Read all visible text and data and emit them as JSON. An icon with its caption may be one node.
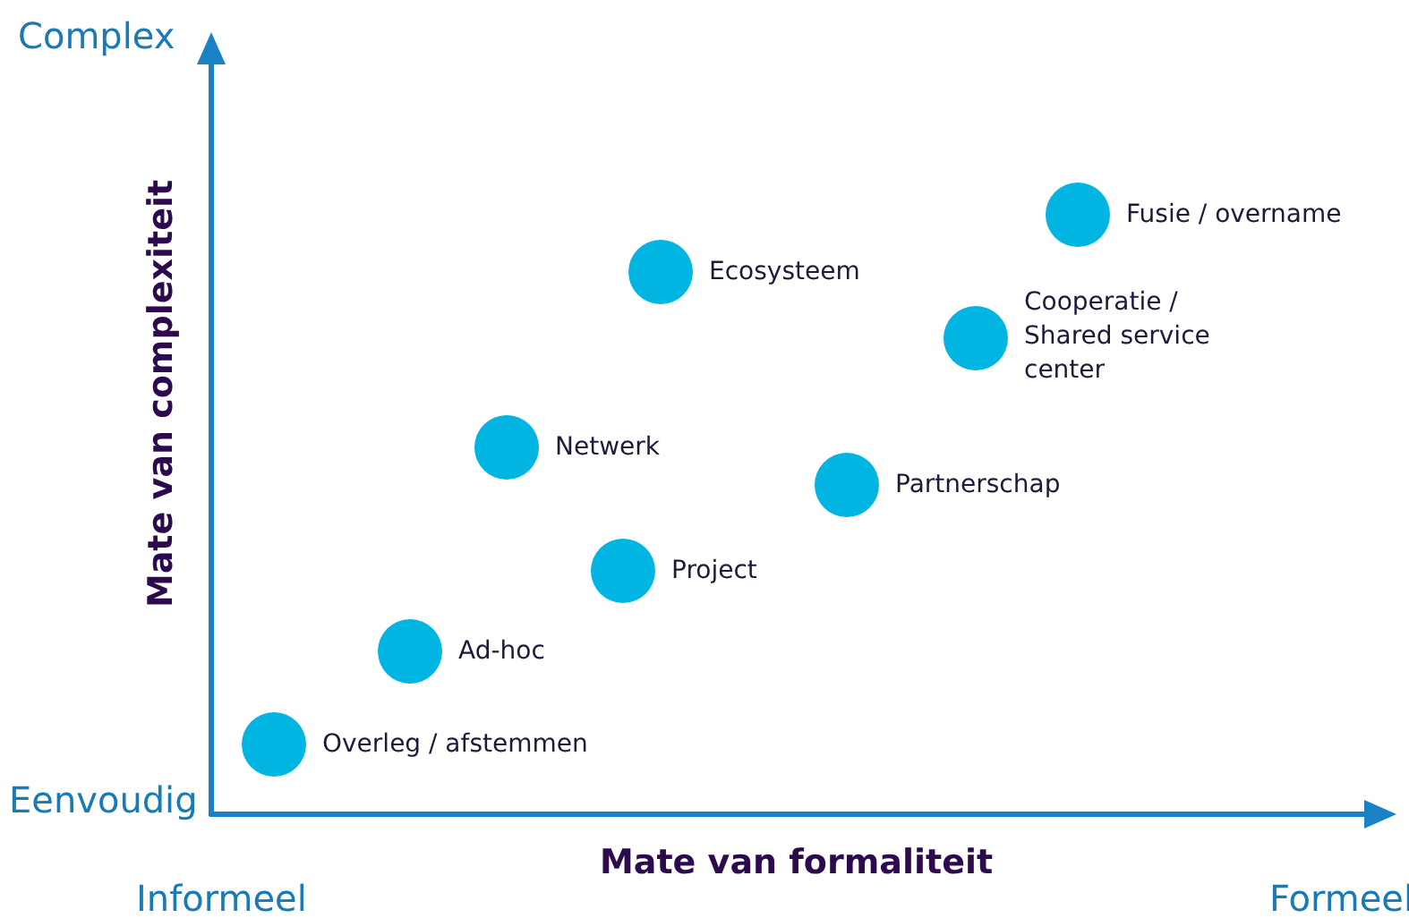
{
  "diagram": {
    "nodes": [
      {
        "text": [
          "Fusie / overname"
        ]
      },
      {
        "text": [
          "Ecosysteem"
        ]
      },
      {
        "text": [
          "Cooperatie / Shared service center"
        ]
      },
      {
        "text": [
          "Netwerk"
        ]
      },
      {
        "text": [
          "Partnerschap"
        ]
      },
      {
        "text": [
          "Project"
        ]
      },
      {
        "text": [
          "Ad-hoc"
        ]
      },
      {
        "text": [
          "Overleg / afstemmen"
        ]
      }
    ],
    "edges": [],
    "labels": [
      "Complex",
      "Mate van complexiteit",
      "Eenvoudig",
      "Mate van formaliteit",
      "Informeel",
      "Formeel"
    ]
  }
}
